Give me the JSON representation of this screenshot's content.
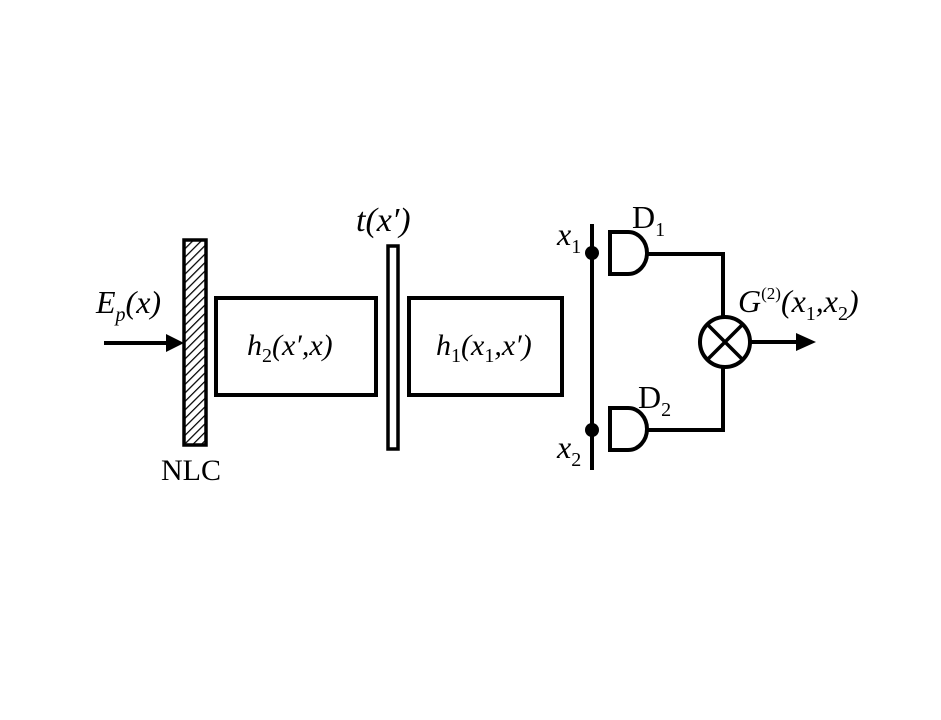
{
  "colors": {
    "stroke": "#000000",
    "background": "#ffffff"
  },
  "input_field": {
    "symbol": "E",
    "subscript": "p",
    "argument": "(x)"
  },
  "crystal": {
    "label": "NLC"
  },
  "block_h2": {
    "symbol": "h",
    "subscript": "2",
    "argument": "(x′,x)"
  },
  "mask": {
    "symbol": "t",
    "argument": "(x′)"
  },
  "block_h1": {
    "symbol": "h",
    "subscript": "1",
    "arg_open": "(x",
    "arg_sub": "1",
    "arg_close": ",x′)"
  },
  "detector_plane": {
    "point1": {
      "symbol": "x",
      "subscript": "1"
    },
    "point2": {
      "symbol": "x",
      "subscript": "2"
    }
  },
  "detectors": {
    "d1": {
      "symbol": "D",
      "subscript": "1"
    },
    "d2": {
      "symbol": "D",
      "subscript": "2"
    }
  },
  "correlator": {
    "symbol": "G",
    "superscript": "(2)",
    "arg_open": "(x",
    "arg_sub1": "1",
    "arg_mid": ",x",
    "arg_sub2": "2",
    "arg_close": ")"
  }
}
